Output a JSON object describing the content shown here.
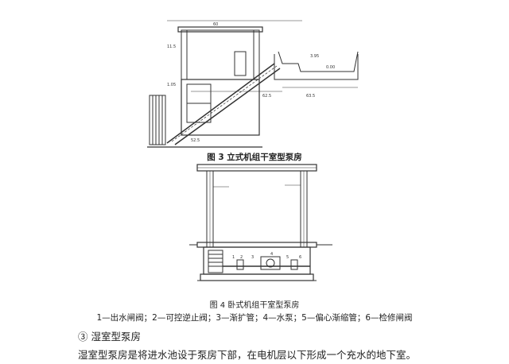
{
  "figure3": {
    "caption": "图 3  立式机组干室型泵房",
    "labels": [
      "60",
      "11.5",
      "1.05",
      "3.95",
      "62.5",
      "63.5",
      "52.5",
      "0.00"
    ]
  },
  "figure4": {
    "caption": "图 4  卧式机组干室型泵房",
    "labels": [
      "1",
      "2",
      "3",
      "4",
      "5",
      "6"
    ]
  },
  "legend": "1—出水闸阀；2—可控逆止阀；3—渐扩管；4—水泵；5—偏心渐缩管；6—检修闸阀",
  "section": {
    "heading": "③  湿室型泵房",
    "paragraph": "湿室型泵房是将进水池设于泵房下部，在电机层以下形成一个充水的地下室。"
  }
}
